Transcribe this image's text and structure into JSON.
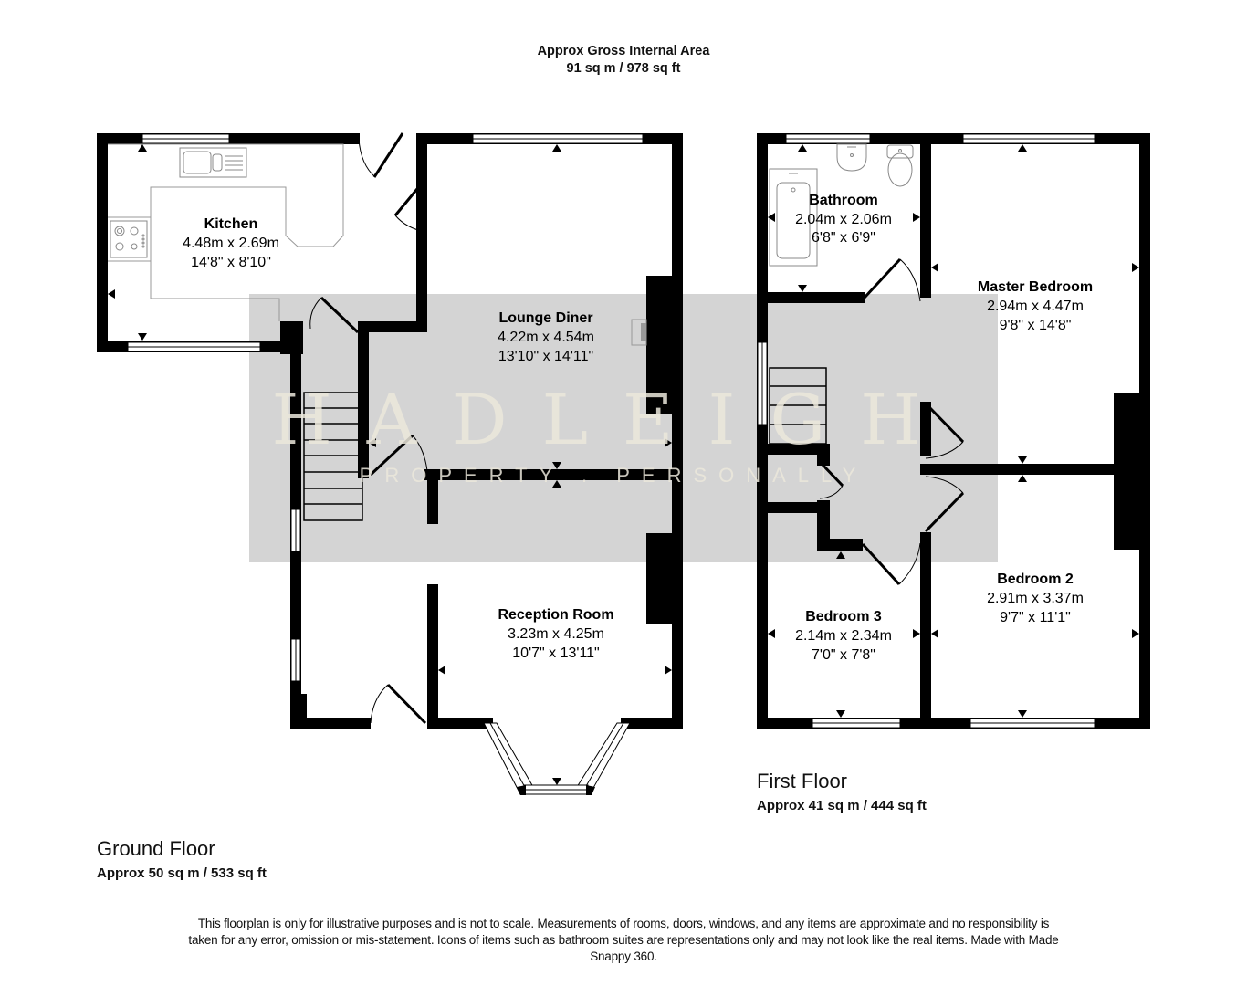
{
  "header": {
    "title": "Approx Gross Internal Area",
    "total_area": "91 sq m / 978 sq ft"
  },
  "watermark": {
    "brand": "HADLEIGH",
    "tagline": "PROPERTY . PERSONALLY"
  },
  "floors": [
    {
      "name": "Ground Floor",
      "area": "Approx 50 sq m / 533 sq ft",
      "rooms": [
        {
          "name": "Kitchen",
          "metric": "4.48m x 2.69m",
          "imperial": "14'8\" x 8'10\""
        },
        {
          "name": "Lounge Diner",
          "metric": "4.22m x 4.54m",
          "imperial": "13'10\" x 14'11\""
        },
        {
          "name": "Reception Room",
          "metric": "3.23m x 4.25m",
          "imperial": "10'7\" x 13'11\""
        }
      ]
    },
    {
      "name": "First Floor",
      "area": "Approx 41 sq m / 444 sq ft",
      "rooms": [
        {
          "name": "Bathroom",
          "metric": "2.04m x 2.06m",
          "imperial": "6'8\" x 6'9\""
        },
        {
          "name": "Master Bedroom",
          "metric": "2.94m x 4.47m",
          "imperial": "9'8\" x 14'8\""
        },
        {
          "name": "Bedroom 2",
          "metric": "2.91m x 3.37m",
          "imperial": "9'7\" x 11'1\""
        },
        {
          "name": "Bedroom 3",
          "metric": "2.14m x 2.34m",
          "imperial": "7'0\" x 7'8\""
        }
      ]
    }
  ],
  "disclaimer": "This floorplan is only for illustrative purposes and is not to scale. Measurements of rooms, doors, windows, and any items are approximate and no responsibility is taken for any error, omission or mis-statement. Icons of items such as bathroom suites are representations only and may not look like the real items. Made with Made Snappy 360.",
  "colors": {
    "wall": "#000000",
    "watermark_band": "#d4d4d4",
    "watermark_text": "#ece8dc",
    "fixture_line": "#999999"
  }
}
